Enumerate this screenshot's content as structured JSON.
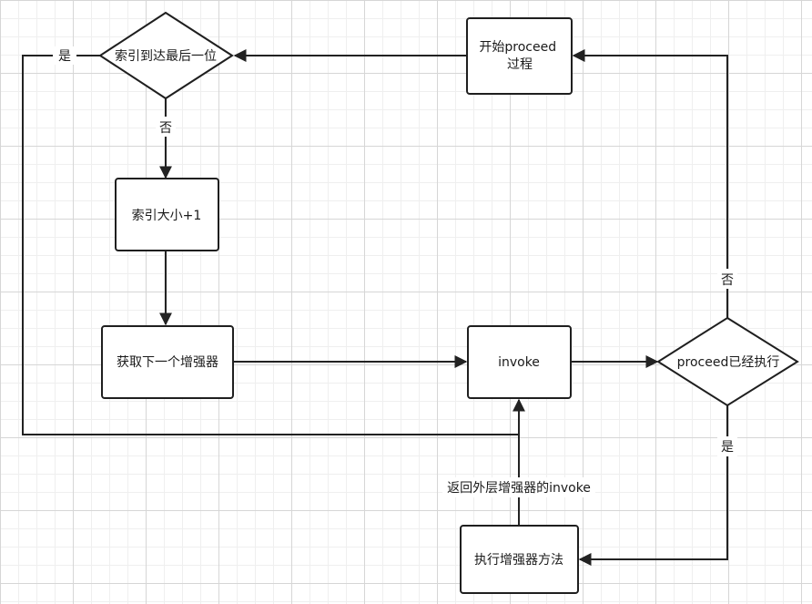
{
  "nodes": {
    "start": {
      "lines": [
        "开始proceed",
        "过程"
      ]
    },
    "check_last": {
      "text": "索引到达最后一位"
    },
    "increment": {
      "text": "索引大小+1"
    },
    "next_enhancer": {
      "text": "获取下一个增强器"
    },
    "invoke": {
      "text": "invoke"
    },
    "check_executed": {
      "text": "proceed已经执行"
    },
    "run_enhancer": {
      "text": "执行增强器方法"
    }
  },
  "edge_labels": {
    "last_yes": "是",
    "last_no": "否",
    "executed_no": "否",
    "executed_yes": "是",
    "return_outer": "返回外层增强器的invoke"
  },
  "colors": {
    "stroke": "#222222",
    "box_fill": "#ffffff",
    "grid": "#d6d6d6",
    "text": "#1a1a1a"
  }
}
